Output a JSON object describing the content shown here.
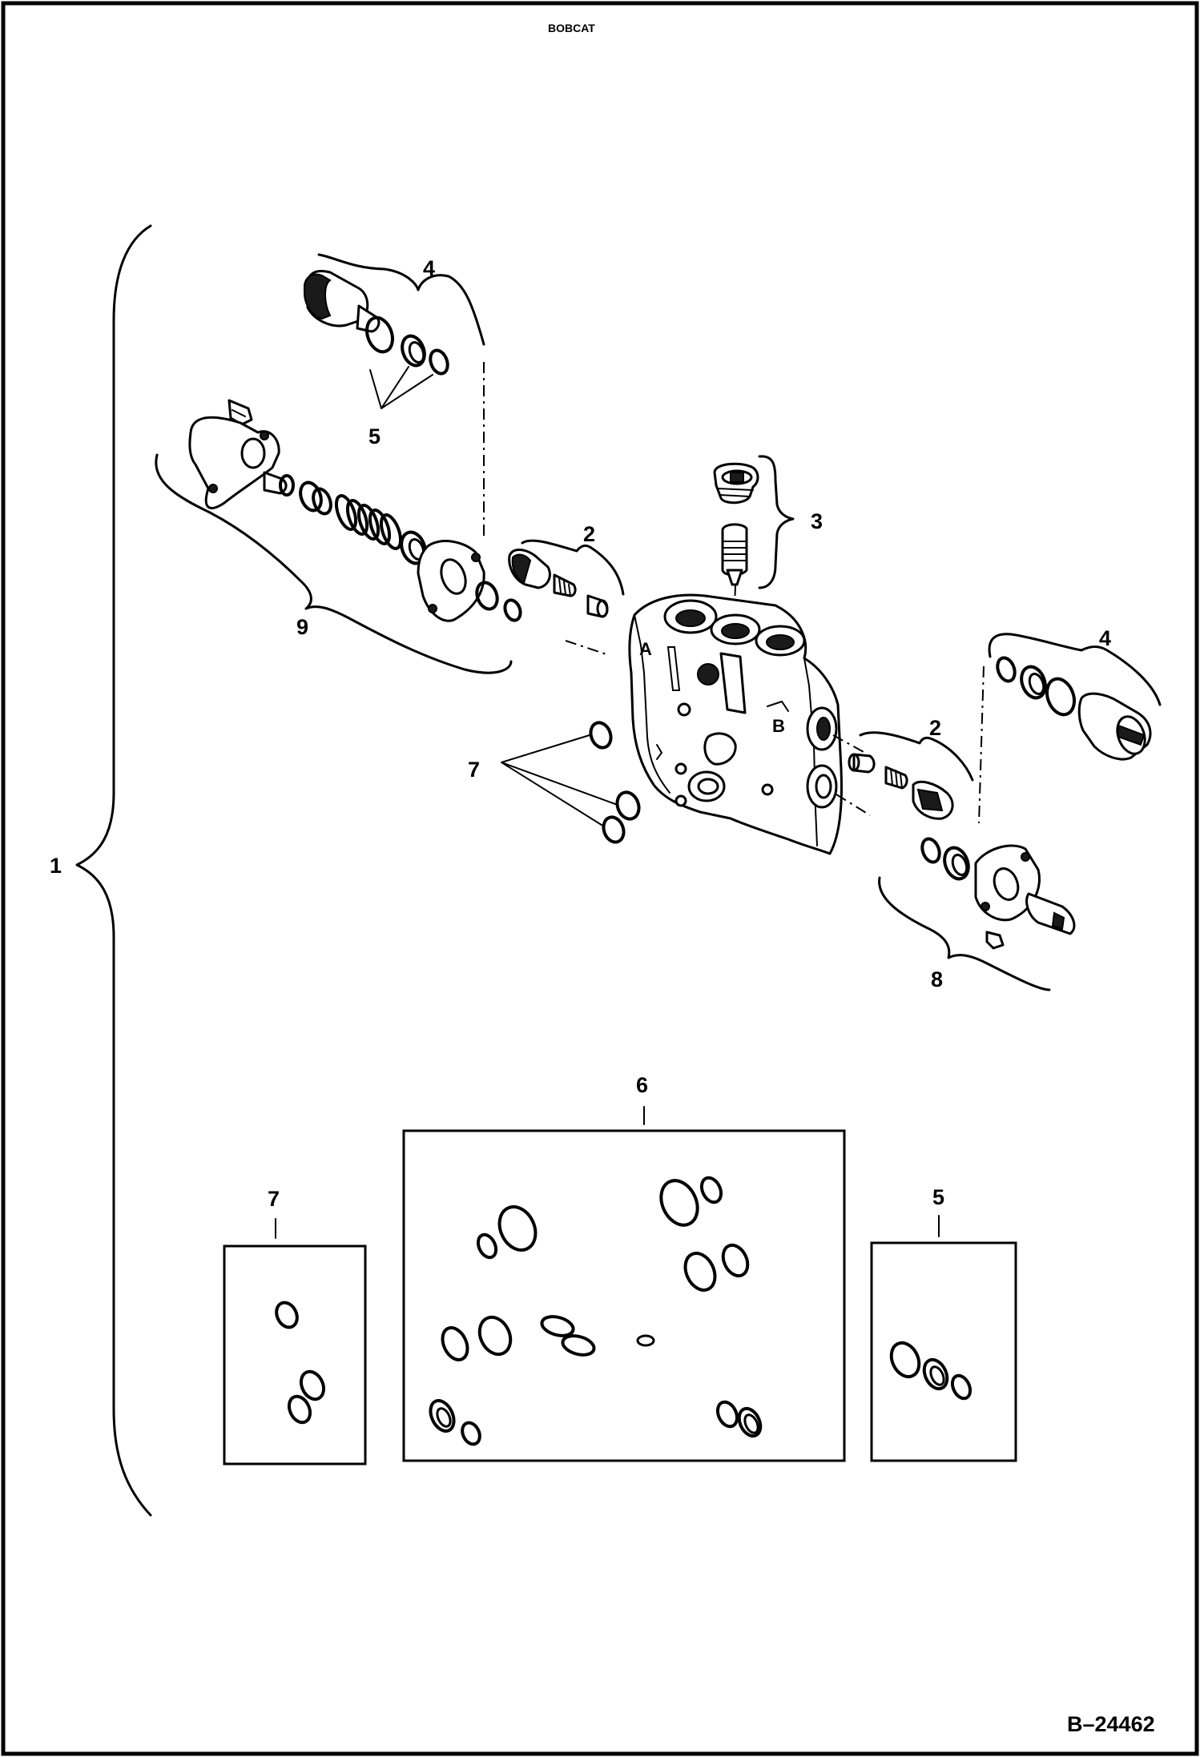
{
  "callouts": {
    "c1": "1",
    "c2a": "2",
    "c2b": "2",
    "c3": "3",
    "c4a": "4",
    "c4b": "4",
    "c5a": "5",
    "c5b": "5",
    "c6": "6",
    "c7a": "7",
    "c7b": "7",
    "c8": "8",
    "c9": "9"
  },
  "port_marks": {
    "a": "A",
    "b": "B"
  },
  "reference_number": "B–24462",
  "stamp": "BOBCAT"
}
